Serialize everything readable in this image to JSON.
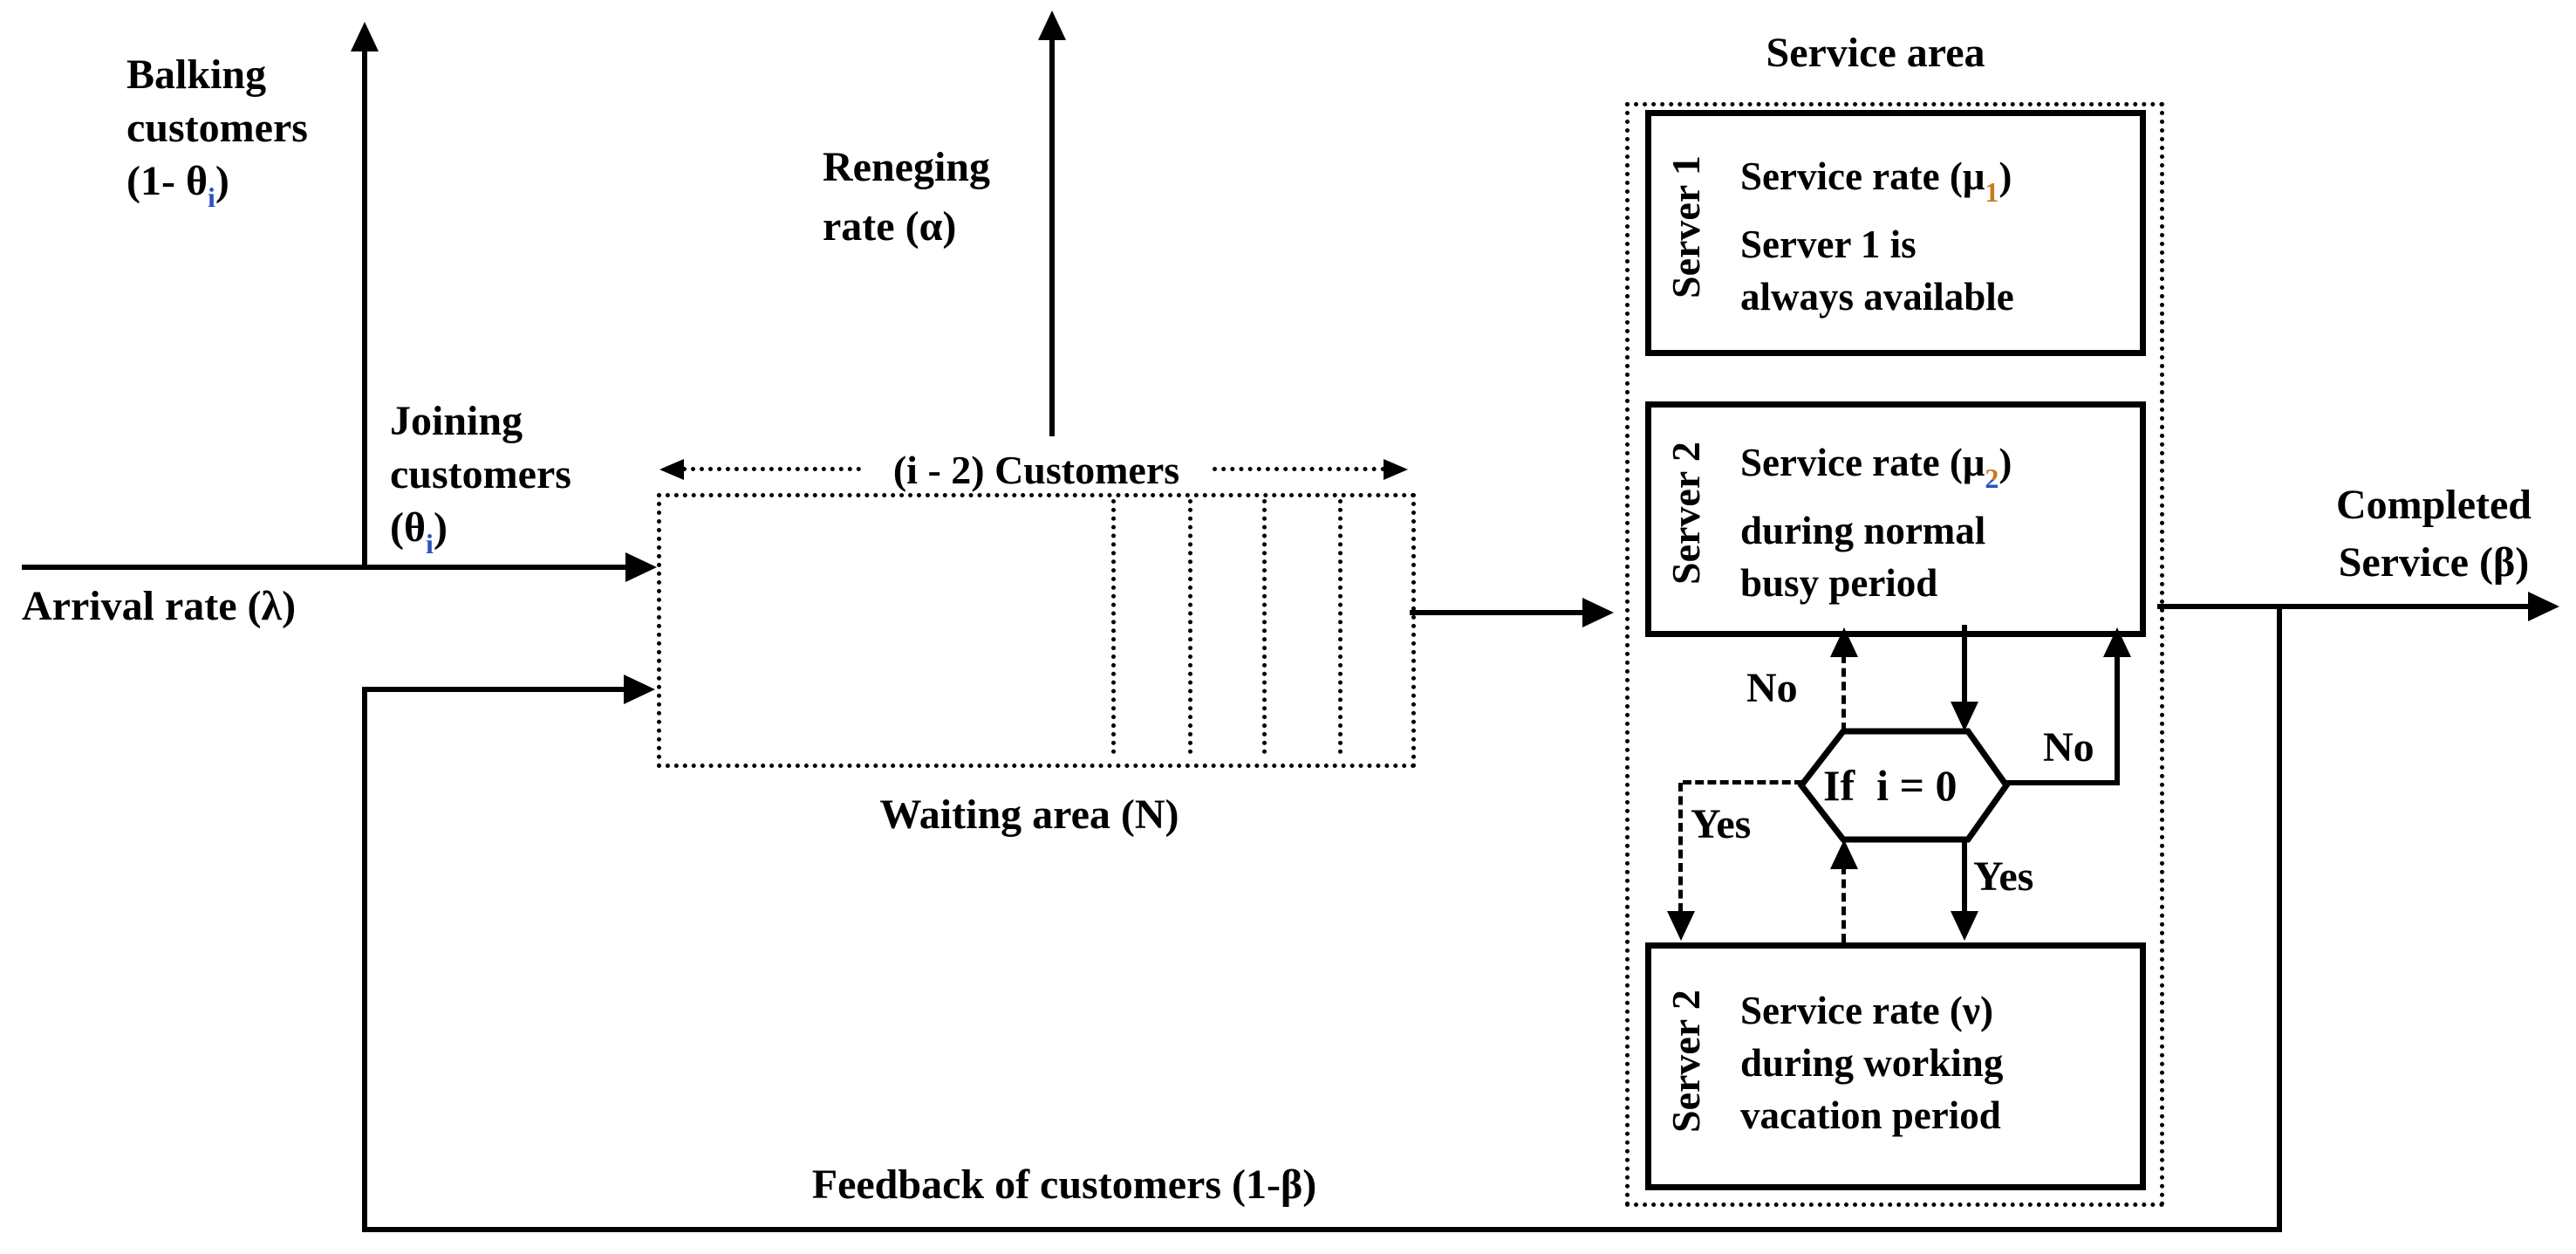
{
  "diagram_title": "Two-server working-vacation queueing system with balking, reneging and feedback",
  "colors": {
    "line": "#000000",
    "background": "#ffffff",
    "subscript_i": "#2a52be",
    "subscript_1": "#c8791e",
    "subscript_2_top": "#c8791e",
    "subscript_2_bottom": "#2a52be"
  },
  "labels": {
    "balking": {
      "l1": "Balking",
      "l2": "customers",
      "l3a": "(1- θ",
      "sub": "i",
      "l3b": ")"
    },
    "joining": {
      "l1": "Joining",
      "l2": "customers",
      "l3a": "(θ",
      "sub": "i",
      "l3b": ")"
    },
    "arrival": "Arrival rate (λ)",
    "reneging": {
      "l1": "Reneging",
      "l2": "rate (α)"
    },
    "queue_span": "(i - 2) Customers",
    "waiting": "Waiting area (N)",
    "feedback": "Feedback of customers (1-β)",
    "completed": {
      "l1": "Completed",
      "l2": "Service (β)"
    },
    "service_area": "Service area",
    "server1": {
      "side": "Server 1",
      "l1a": "Service rate (μ",
      "sub": "1",
      "l1b": ")",
      "l2": "Server  1 is",
      "l3": "always available"
    },
    "server2_busy": {
      "side": "Server 2",
      "l1a": "Service rate (μ",
      "sub": "2",
      "l1b": ")",
      "l2": "during normal",
      "l3": "busy period"
    },
    "server2_vacation": {
      "side": "Server 2",
      "l1": "Service rate (ν)",
      "l2": "during working",
      "l3": "vacation period"
    },
    "decision": {
      "condition": "If  i = 0",
      "yes": "Yes",
      "no": "No"
    }
  },
  "edges": [
    {
      "from": "arrival",
      "to": "waiting-area",
      "style": "solid-arrow",
      "label": "Arrival rate (λ)"
    },
    {
      "from": "arrival-junction",
      "to": "top-exit",
      "style": "solid-arrow",
      "label": "Balking customers (1- θi)"
    },
    {
      "from": "waiting-area",
      "to": "top-exit",
      "style": "solid-arrow",
      "label": "Reneging rate (α)"
    },
    {
      "from": "waiting-area",
      "to": "service-area",
      "style": "solid-arrow"
    },
    {
      "from": "service-area",
      "to": "right-exit",
      "style": "solid-arrow",
      "label": "Completed Service (β)"
    },
    {
      "from": "completed-service-line",
      "to": "waiting-area",
      "style": "solid-arrow",
      "label": "Feedback of customers (1-β)"
    },
    {
      "from": "server2-busy",
      "to": "decision-if-i-0",
      "style": "solid-arrow"
    },
    {
      "from": "decision-if-i-0",
      "to": "server2-busy",
      "style": "dashed-arrow",
      "label": "No"
    },
    {
      "from": "decision-if-i-0",
      "to": "server2-busy",
      "style": "solid-arrow",
      "label": "No"
    },
    {
      "from": "decision-if-i-0",
      "to": "server2-vacation",
      "style": "dashed-arrow",
      "label": "Yes"
    },
    {
      "from": "decision-if-i-0",
      "to": "server2-vacation",
      "style": "solid-arrow",
      "label": "Yes"
    },
    {
      "from": "server2-vacation",
      "to": "decision-if-i-0",
      "style": "dashed-arrow"
    }
  ]
}
